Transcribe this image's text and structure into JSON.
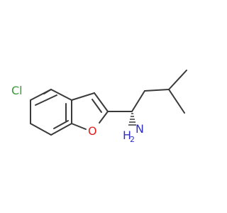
{
  "molecule": {
    "atoms": {
      "chlorine": {
        "symbol": "Cl",
        "color": "#3a9a3a"
      },
      "oxygen": {
        "symbol": "O",
        "color": "#e02020"
      },
      "nitrogen": {
        "main": "N",
        "hydrogen": "H",
        "subscript": "2",
        "color": "#3030c0"
      }
    },
    "bond_color": "#3a3a3a"
  }
}
